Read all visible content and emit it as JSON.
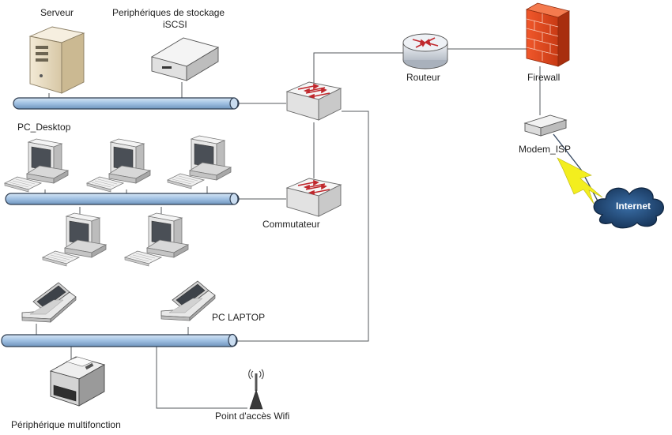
{
  "labels": {
    "serveur": "Serveur",
    "stockage_line1": "Periphériques de stockage",
    "stockage_line2": "iSCSI",
    "pc_desktop": "PC_Desktop",
    "routeur": "Routeur",
    "firewall": "Firewall",
    "modem": "Modem_ISP",
    "internet": "Internet",
    "commutateur": "Commutateur",
    "pc_laptop": "PC LAPTOP",
    "multifonction": "Périphérique multifonction",
    "wifi": "Point d'accès Wifi"
  },
  "icons": {
    "server": "server-icon",
    "storage": "storage-device-icon",
    "switch": "switch-icon",
    "router": "router-icon",
    "firewall": "firewall-icon",
    "modem": "modem-icon",
    "cloud": "cloud-icon",
    "desktop": "desktop-pc-icon",
    "laptop": "laptop-icon",
    "printer": "printer-icon",
    "access_point": "wifi-access-point-icon"
  },
  "colors": {
    "bus_fill": "#a9c6e4",
    "bus_stroke": "#2f3e52",
    "firewall_brick": "#e2481f",
    "router_body": "#d8dde4",
    "cloud": "#1d3f6e",
    "lightning": "#f3ee1e"
  }
}
